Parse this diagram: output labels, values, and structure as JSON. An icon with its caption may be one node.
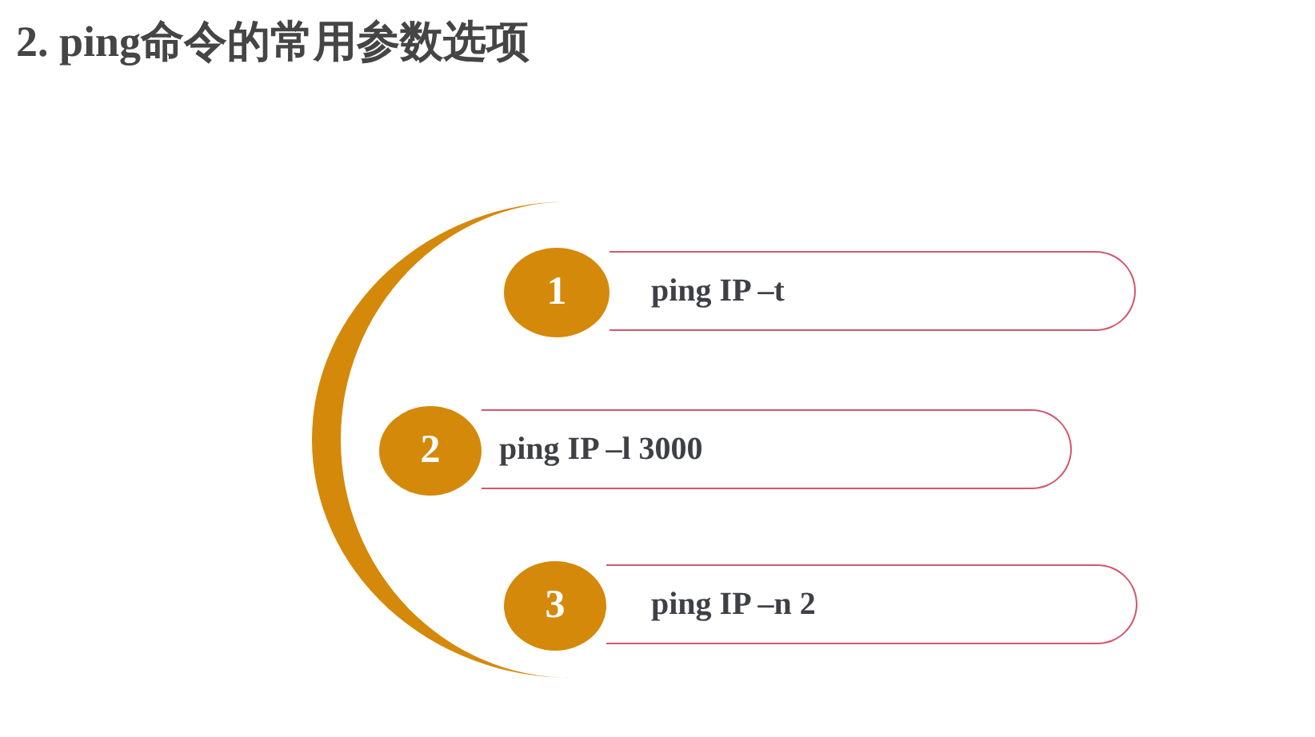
{
  "diagram": {
    "title": "2. ping命令的常用参数选项",
    "nodes": [
      {
        "text": [
          "1"
        ]
      },
      {
        "text": [
          "ping IP –t"
        ]
      },
      {
        "text": [
          "2"
        ]
      },
      {
        "text": [
          "ping IP –l 3000"
        ]
      },
      {
        "text": [
          "3"
        ]
      },
      {
        "text": [
          "ping IP –n 2"
        ]
      }
    ]
  }
}
